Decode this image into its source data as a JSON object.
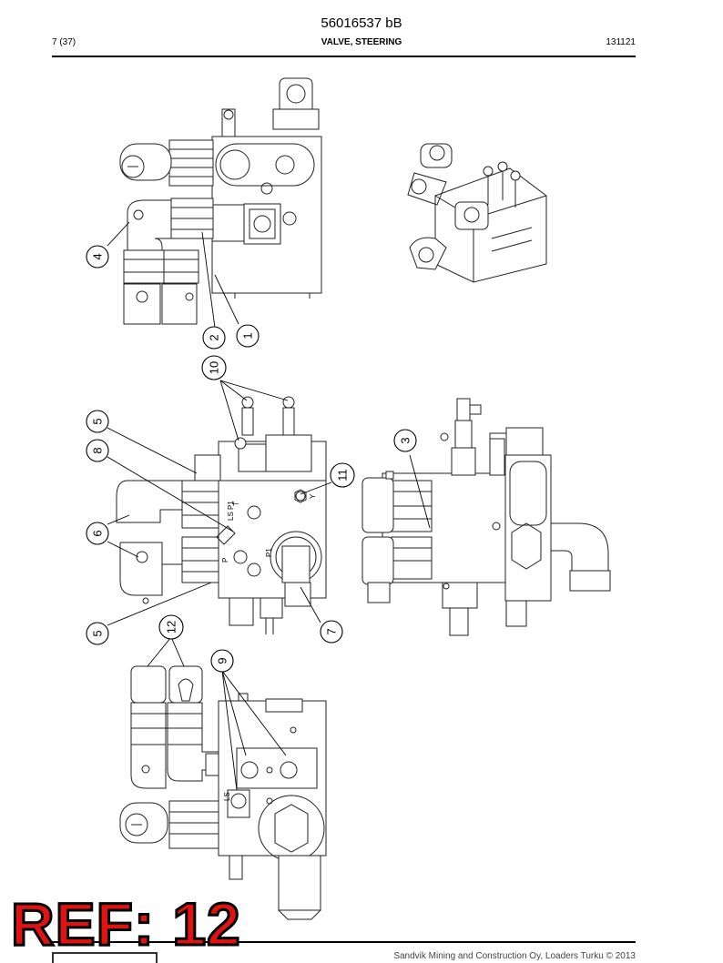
{
  "header": {
    "document_number": "56016537 bB",
    "page": "7 (37)",
    "title": "VALVE, STEERING",
    "code": "131121"
  },
  "footer": {
    "copyright": "Sandvik Mining and Construction Oy, Loaders Turku © 2013"
  },
  "ref_badge": "REF: 12",
  "callouts": {
    "c1": "1",
    "c2": "2",
    "c3": "3",
    "c4": "4",
    "c5a": "5",
    "c5b": "5",
    "c6": "6",
    "c7": "7",
    "c8": "8",
    "c9": "9",
    "c10": "10",
    "c11": "11",
    "c12": "12"
  },
  "part_marks": {
    "ls_top": "LS P1",
    "p_port": "P",
    "t_port": "T",
    "y_port": "Y",
    "p1_port": "P1",
    "ls_bottom": "LS"
  },
  "colors": {
    "badge": "#e01313",
    "ink": "#000000"
  }
}
